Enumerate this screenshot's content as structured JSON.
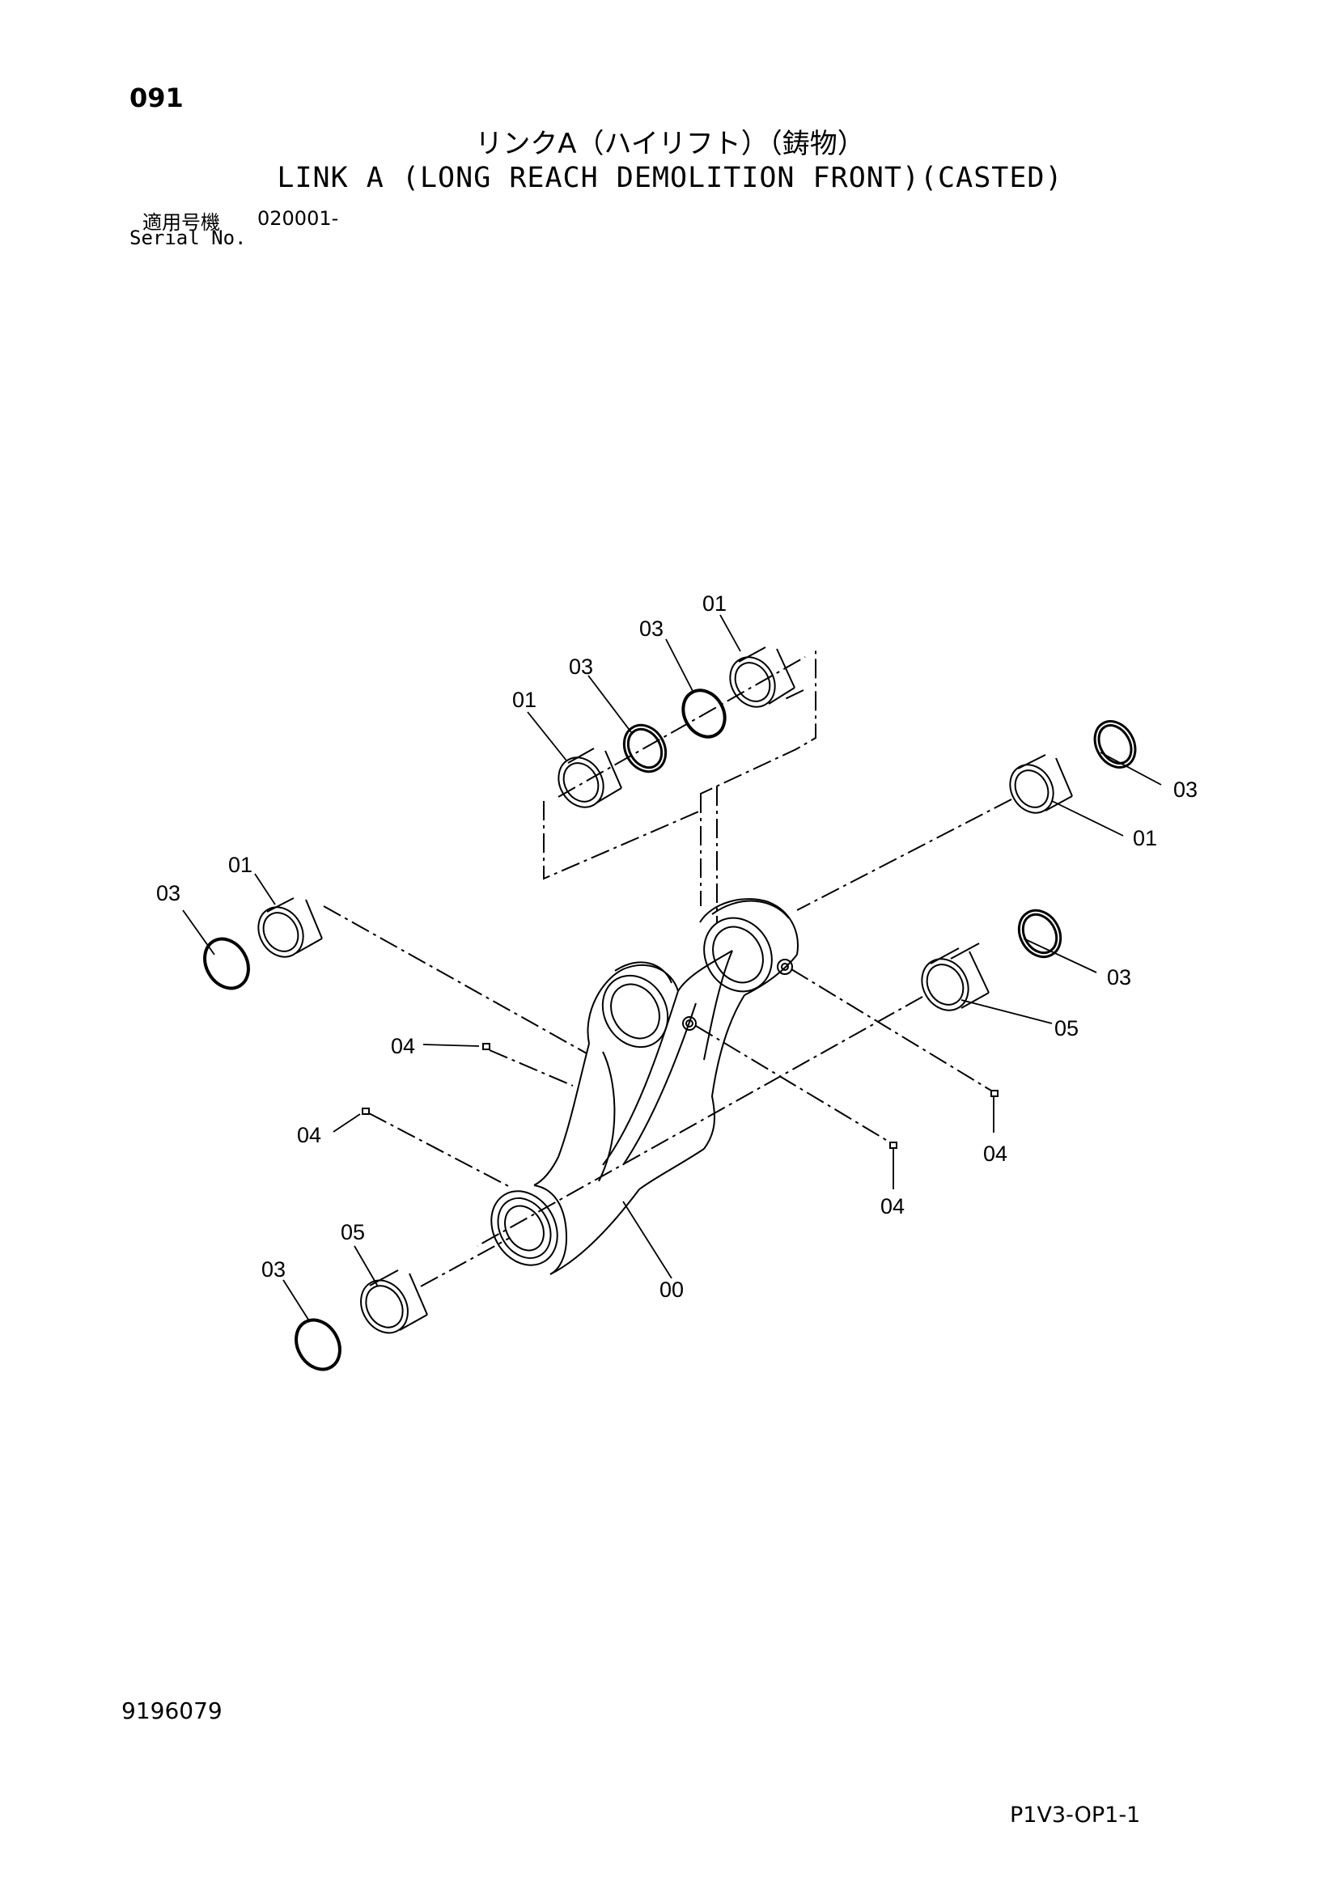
{
  "header": {
    "page_number": "091",
    "title_jp": "リンクA（ハイリフト）（鋳物）",
    "title_en": "LINK A (LONG REACH DEMOLITION FRONT)(CASTED)",
    "serial_label_jp": "適用号機",
    "serial_value": "020001-",
    "serial_label_en": "Serial No."
  },
  "callouts": {
    "c1": "01",
    "c2": "03",
    "c3": "03",
    "c4": "01",
    "c5": "03",
    "c6": "01",
    "c7": "01",
    "c8": "03",
    "c9": "03",
    "c10": "05",
    "c11": "04",
    "c12": "04",
    "c13": "04",
    "c14": "04",
    "c15": "05",
    "c16": "03",
    "c17": "00"
  },
  "footer": {
    "drawing_number": "9196079",
    "sheet_code": "P1V3-OP1-1"
  }
}
